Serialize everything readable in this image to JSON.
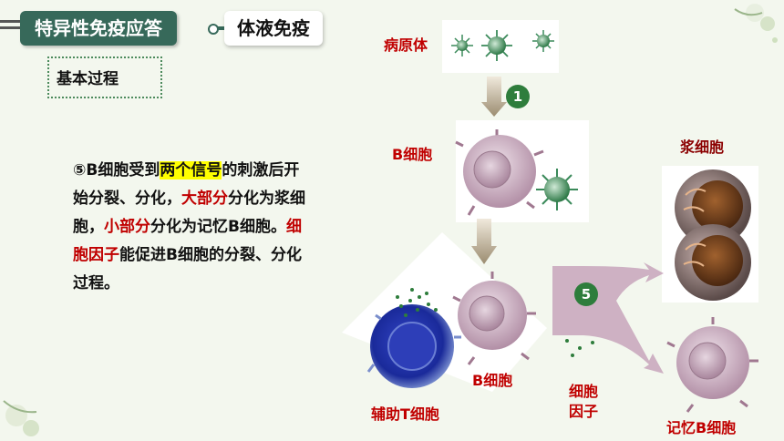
{
  "header": {
    "section": "特异性免疫应答",
    "topic": "体液免疫"
  },
  "subheading": "基本过程",
  "paragraph": {
    "p1": "⑤B细胞受到",
    "p2": "两个信号",
    "p3": "的刺激后开始分裂、分化，",
    "p4": "大部分",
    "p5": "分化为浆细胞，",
    "p6": "小部分",
    "p7": "分化为记忆B细胞。",
    "p8": "细胞因子",
    "p9": "能促进B细胞的分裂、分化过程。"
  },
  "labels": {
    "pathogen": "病原体",
    "b_cell_top": "B细胞",
    "b_cell_bottom": "B细胞",
    "helper_t": "辅助T细胞",
    "cytokine_1": "细胞",
    "cytokine_2": "因子",
    "plasma_cell": "浆细胞",
    "memory_b": "记忆B细胞"
  },
  "steps": {
    "step1": "1",
    "step5": "5"
  },
  "colors": {
    "header_green": "#37695a",
    "label_red": "#c00000",
    "highlight": "#ffff00",
    "step_green": "#2e7d3c"
  }
}
